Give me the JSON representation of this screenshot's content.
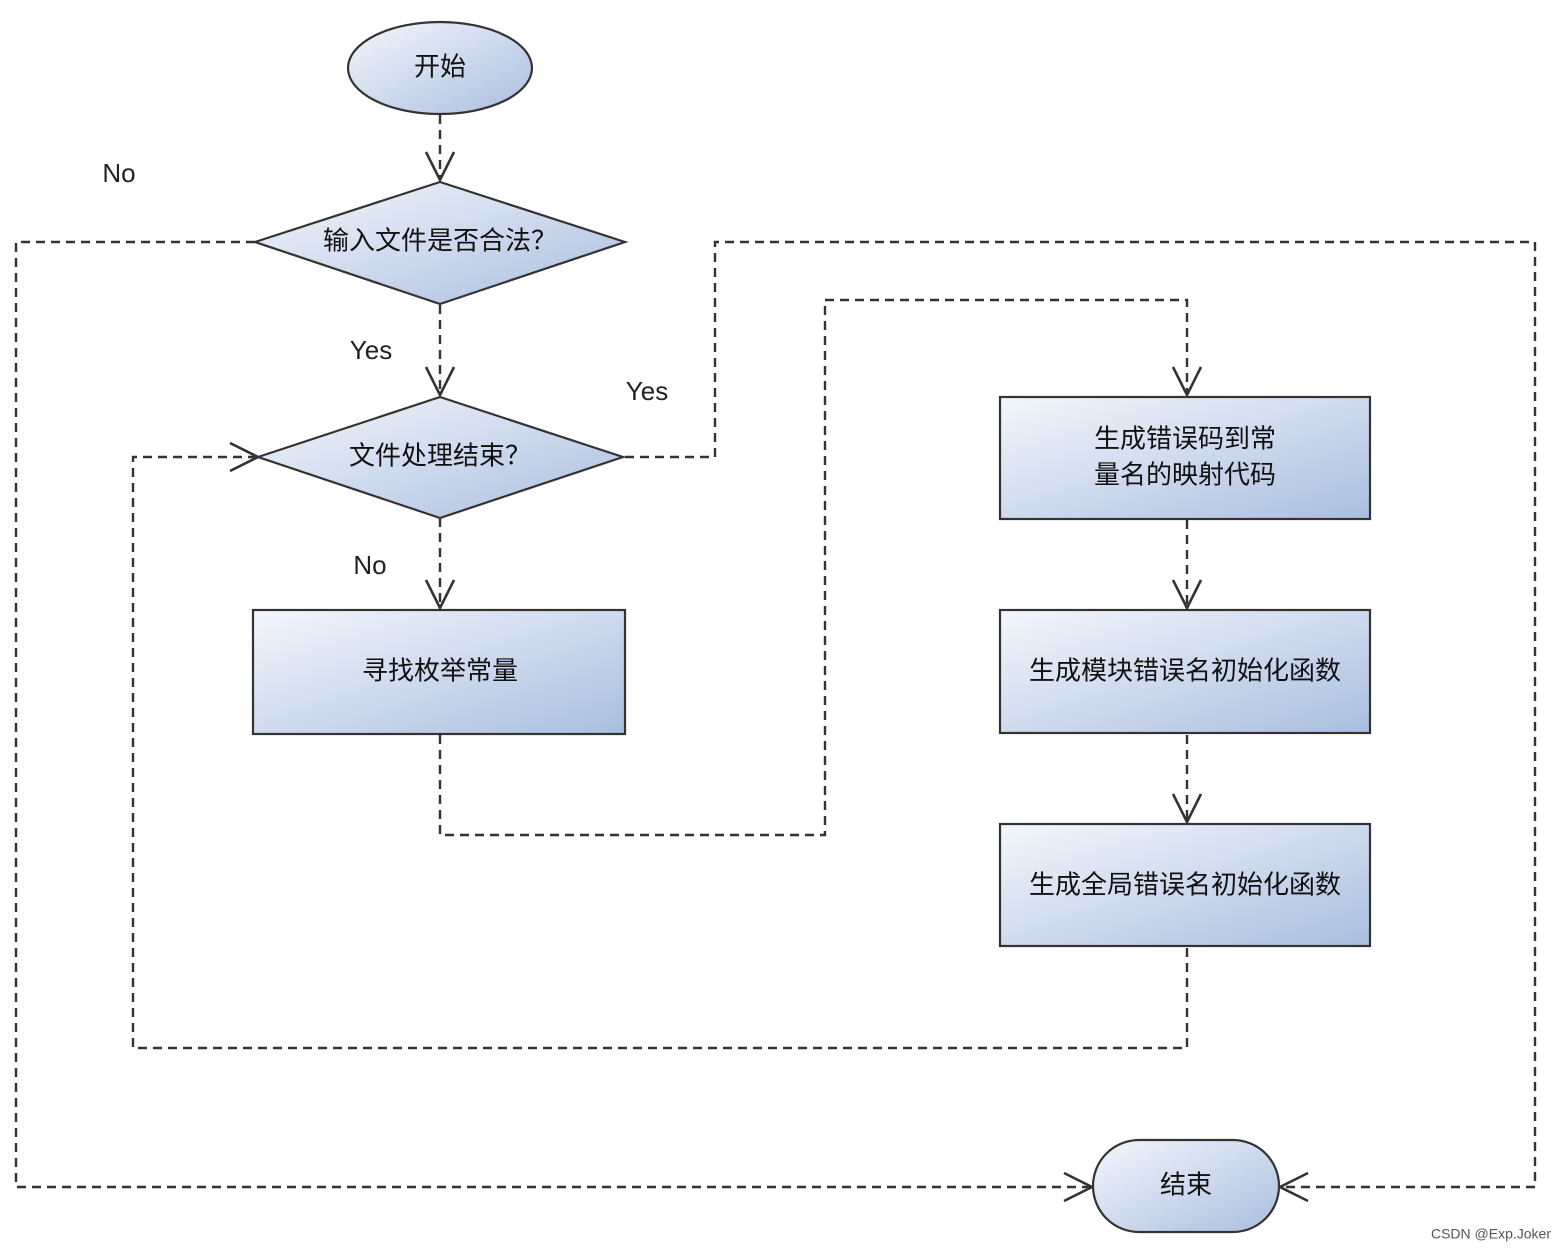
{
  "nodes": {
    "start": "开始",
    "check_input": "输入文件是否合法？",
    "check_done": "文件处理结束？",
    "find_enum": "寻找枚举常量",
    "gen_map_line1": "生成错误码到常",
    "gen_map_line2": "量名的映射代码",
    "gen_module_init": "生成模块错误名初始化函数",
    "gen_global_init": "生成全局错误名初始化函数",
    "end": "结束"
  },
  "edge_labels": {
    "input_no": "No",
    "input_yes": "Yes",
    "done_yes": "Yes",
    "done_no": "No"
  },
  "watermark": "CSDN @Exp.Joker",
  "colors": {
    "fill_light": "#f4f7fc",
    "fill_dark": "#a9bedf",
    "stroke": "#333333"
  }
}
